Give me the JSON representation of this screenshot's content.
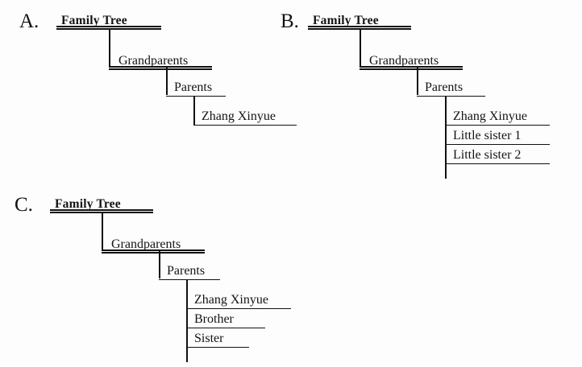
{
  "document": {
    "title": "Family Tree diagram options",
    "background_color": "#fdfdfd",
    "line_color": "#111111",
    "text_color": "#141414"
  },
  "options": [
    {
      "letter": "A.",
      "root_label": "Family Tree",
      "levels": [
        {
          "label": "Grandparents"
        },
        {
          "label": "Parents"
        }
      ],
      "children": [
        {
          "label": "Zhang Xinyue"
        }
      ]
    },
    {
      "letter": "B.",
      "root_label": "Family Tree",
      "levels": [
        {
          "label": "Grandparents"
        },
        {
          "label": "Parents"
        }
      ],
      "children": [
        {
          "label": "Zhang Xinyue"
        },
        {
          "label": "Little sister 1"
        },
        {
          "label": "Little sister 2"
        }
      ]
    },
    {
      "letter": "C.",
      "root_label": "Family Tree",
      "levels": [
        {
          "label": "Grandparents"
        },
        {
          "label": "Parents"
        }
      ],
      "children": [
        {
          "label": "Zhang Xinyue"
        },
        {
          "label": "Brother"
        },
        {
          "label": "Sister"
        }
      ]
    }
  ]
}
